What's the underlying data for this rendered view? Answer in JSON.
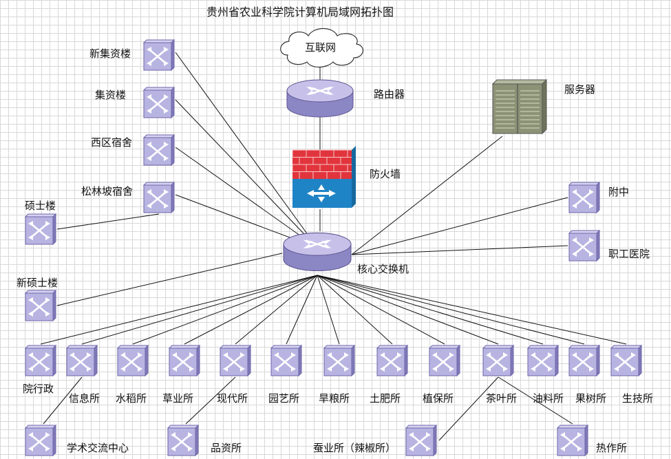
{
  "title": "贵州省农业科学院计算机局域网拓扑图",
  "colors": {
    "switch_face": "#b8b4e2",
    "switch_side": "#7f79b8",
    "router_top": "#c7c1ea",
    "router_body": "#8b86c4",
    "firewall_brick": "#e2343c",
    "firewall_base": "#1f84c6",
    "server": "#8c9276",
    "line": "#111111"
  },
  "nodes": {
    "internet": {
      "label": "互联网",
      "icon": "cloud-icon"
    },
    "router": {
      "label": "路由器",
      "icon": "router-icon"
    },
    "firewall": {
      "label": "防火墙",
      "icon": "firewall-icon"
    },
    "core": {
      "label": "核心交换机",
      "icon": "core-switch-icon"
    },
    "server": {
      "label": "服务器",
      "icon": "server-icon"
    },
    "xinjiziloulou": {
      "label": "新集资楼",
      "icon": "switch-icon"
    },
    "jiziloulou": {
      "label": "集资楼",
      "icon": "switch-icon"
    },
    "xiqu": {
      "label": "西区宿舍",
      "icon": "switch-icon"
    },
    "songlin": {
      "label": "松林坡宿舍",
      "icon": "switch-icon"
    },
    "shuoshi": {
      "label": "硕士楼",
      "icon": "switch-icon"
    },
    "xinshuoshi": {
      "label": "新硕士楼",
      "icon": "switch-icon"
    },
    "fuzhong": {
      "label": "附中",
      "icon": "switch-icon"
    },
    "zhigong": {
      "label": "职工医院",
      "icon": "switch-icon"
    },
    "yuanxingzheng": {
      "label": "院行政",
      "icon": "switch-icon"
    },
    "xinxi": {
      "label": "信息所",
      "icon": "switch-icon"
    },
    "shuidao": {
      "label": "水稻所",
      "icon": "switch-icon"
    },
    "caoye": {
      "label": "草业所",
      "icon": "switch-icon"
    },
    "xiandai": {
      "label": "现代所",
      "icon": "switch-icon"
    },
    "yuanyi": {
      "label": "园艺所",
      "icon": "switch-icon"
    },
    "hanliang": {
      "label": "旱粮所",
      "icon": "switch-icon"
    },
    "tufei": {
      "label": "土肥所",
      "icon": "switch-icon"
    },
    "zhibao": {
      "label": "植保所",
      "icon": "switch-icon"
    },
    "chaye": {
      "label": "茶叶所",
      "icon": "switch-icon"
    },
    "youliao": {
      "label": "油料所",
      "icon": "switch-icon"
    },
    "guoshu": {
      "label": "果树所",
      "icon": "switch-icon"
    },
    "shengji": {
      "label": "生技所",
      "icon": "switch-icon"
    },
    "xueshu": {
      "label": "学术交流中心",
      "icon": "switch-icon"
    },
    "pinzi": {
      "label": "品资所",
      "icon": "switch-icon"
    },
    "canye": {
      "label": "蚕业所（辣椒所）",
      "icon": "switch-icon"
    },
    "rezuo": {
      "label": "热作所",
      "icon": "switch-icon"
    }
  },
  "links": [
    [
      "internet",
      "router"
    ],
    [
      "router",
      "firewall"
    ],
    [
      "firewall",
      "core"
    ],
    [
      "core",
      "server"
    ],
    [
      "core",
      "xinjiziloulou"
    ],
    [
      "core",
      "jiziloulou"
    ],
    [
      "core",
      "xiqu"
    ],
    [
      "core",
      "songlin"
    ],
    [
      "songlin",
      "shuoshi"
    ],
    [
      "core",
      "xinshuoshi"
    ],
    [
      "core",
      "fuzhong"
    ],
    [
      "core",
      "zhigong"
    ],
    [
      "core",
      "yuanxingzheng"
    ],
    [
      "core",
      "xinxi"
    ],
    [
      "core",
      "shuidao"
    ],
    [
      "core",
      "caoye"
    ],
    [
      "core",
      "xiandai"
    ],
    [
      "core",
      "yuanyi"
    ],
    [
      "core",
      "hanliang"
    ],
    [
      "core",
      "tufei"
    ],
    [
      "core",
      "zhibao"
    ],
    [
      "core",
      "chaye"
    ],
    [
      "core",
      "youliao"
    ],
    [
      "core",
      "guoshu"
    ],
    [
      "core",
      "shengji"
    ],
    [
      "xinxi",
      "xueshu"
    ],
    [
      "xiandai",
      "pinzi"
    ],
    [
      "chaye",
      "canye"
    ],
    [
      "chaye",
      "rezuo"
    ]
  ]
}
